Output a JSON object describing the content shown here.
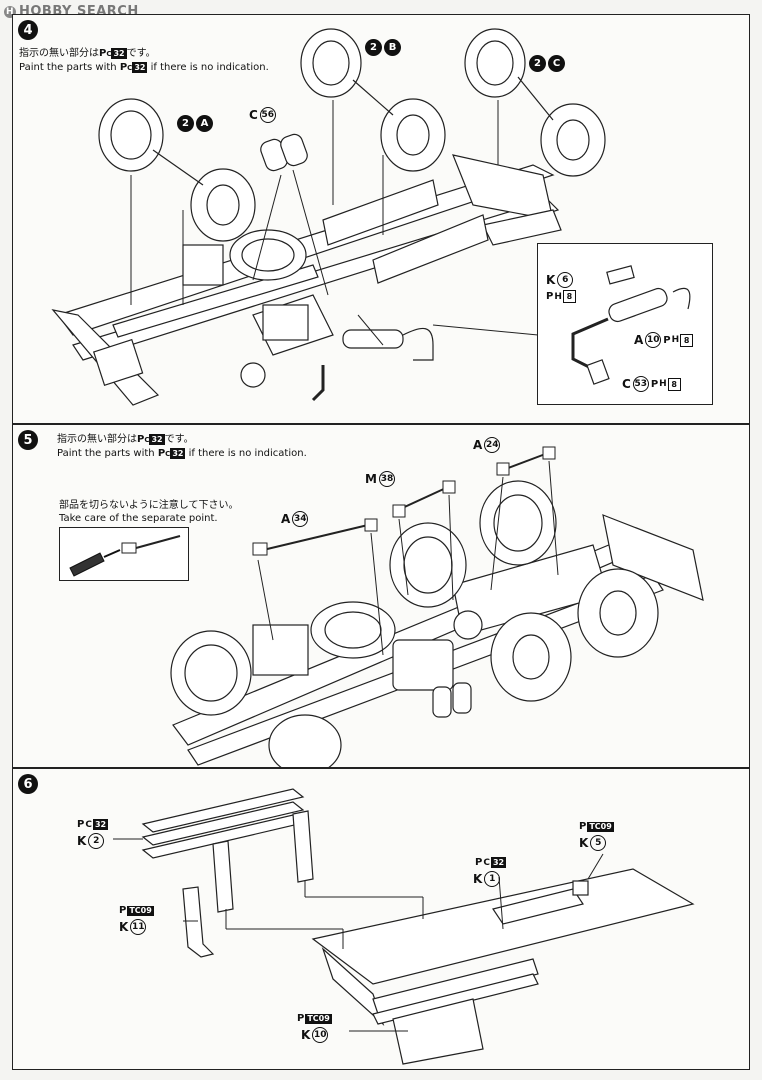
{
  "watermark": "HOBBY SEARCH",
  "steps": [
    {
      "number": "4",
      "note_jp": "指示の無い部分は",
      "note_jp_after": "です。",
      "note_en_before": "Paint the parts with",
      "note_en_after": "if there is no indication.",
      "paint_code": "32",
      "parts": {
        "c56_letter": "C",
        "c56_num": "56",
        "assy_a_num": "2",
        "assy_a_letter": "A",
        "assy_b_num": "2",
        "assy_b_letter": "B",
        "assy_c_num": "2",
        "assy_c_letter": "C",
        "k6_letter": "K",
        "k6_num": "6",
        "k6_paint": "8",
        "a10_letter": "A",
        "a10_num": "10",
        "a10_paint": "8",
        "c53_letter": "C",
        "c53_num": "53",
        "c53_paint": "8"
      }
    },
    {
      "number": "5",
      "note_jp": "指示の無い部分は",
      "note_jp_after": "です。",
      "note_en_before": "Paint the parts with",
      "note_en_after": "if there is no indication.",
      "paint_code": "32",
      "caution_jp": "部品を切らないように注意して下さい。",
      "caution_en": "Take care of the separate point.",
      "parts": {
        "a24_letter": "A",
        "a24_num": "24",
        "m38_letter": "M",
        "m38_num": "38",
        "a34_letter": "A",
        "a34_num": "34"
      }
    },
    {
      "number": "6",
      "parts": {
        "k2_letter": "K",
        "k2_num": "2",
        "k2_paint": "32",
        "k5_letter": "K",
        "k5_num": "5",
        "k5_paint": "TC09",
        "k1_letter": "K",
        "k1_num": "1",
        "k1_paint": "32",
        "k11_letter": "K",
        "k11_num": "11",
        "k11_paint": "TC09",
        "k10_letter": "K",
        "k10_num": "10",
        "k10_paint": "TC09"
      }
    }
  ],
  "paint_prefix": "P",
  "paint_prefix_c": "C",
  "paint_prefix_h": "H"
}
